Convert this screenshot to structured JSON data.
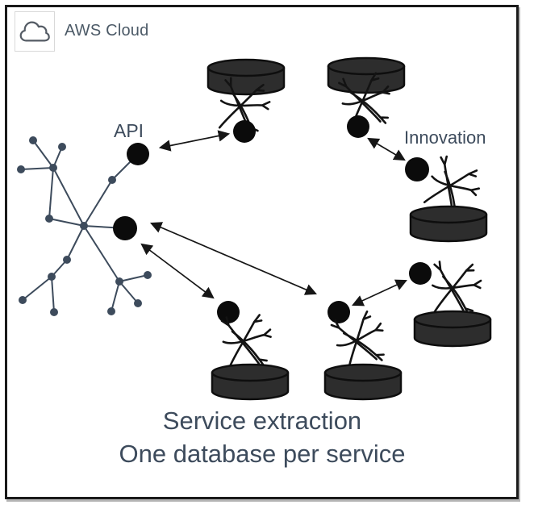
{
  "header": {
    "label": "AWS Cloud"
  },
  "labels": {
    "api": "API",
    "innovation": "Innovation"
  },
  "caption": {
    "line1": "Service extraction",
    "line2": "One database per service"
  },
  "colors": {
    "slate": "#3d4b5c",
    "ink": "#131313",
    "db_fill": "#2d2d2d",
    "db_stroke": "#0e0e0e",
    "frame": "#1a1a1a",
    "icon_slate": "#545b64",
    "icon_box_border": "#d9d9d9"
  },
  "icons": {
    "header": "aws-cloud-icon",
    "database": "database-cylinder-icon",
    "service": "service-node-circle",
    "scribble": "tangle-branches-icon"
  },
  "diagram": {
    "monolith": "network graph of small connected nodes with two black exit nodes (API node and lower node)",
    "services": [
      "top-middle",
      "top-right",
      "innovation",
      "mid-right",
      "bottom-left",
      "bottom-middle"
    ],
    "databases_per_service": 1,
    "connections": [
      {
        "from": "api-node",
        "to": "service-top-middle",
        "bidirectional": true
      },
      {
        "from": "service-top-right",
        "to": "service-innovation",
        "bidirectional": true
      },
      {
        "from": "monolith-lower-node",
        "to": "service-bottom-left",
        "bidirectional": true
      },
      {
        "from": "monolith-lower-node",
        "to": "service-bottom-middle",
        "bidirectional": true
      },
      {
        "from": "service-bottom-middle",
        "to": "service-mid-right",
        "bidirectional": true
      }
    ]
  }
}
